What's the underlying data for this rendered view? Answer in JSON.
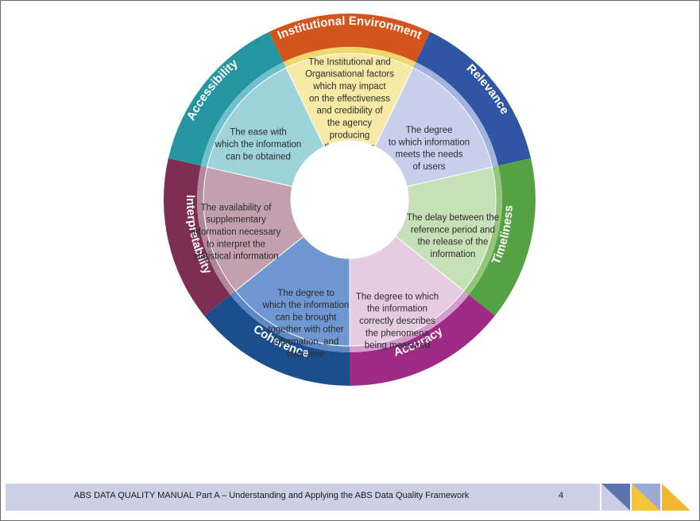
{
  "footer": {
    "text": "ABS DATA QUALITY MANUAL   Part A – Understanding and Applying the ABS Data Quality Framework",
    "page_number": "4"
  },
  "wheel": {
    "segments": [
      {
        "key": "institutional",
        "label": "Institutional Environment",
        "outer_color": "#d4541e",
        "inner_color": "#f7e9a6",
        "band_color": "#efd96a",
        "description": [
          "The Institutional and",
          "Organisational factors",
          "which may impact",
          "on the effectiveness",
          "and credibility of",
          "the agency",
          "producing",
          "the statistics"
        ]
      },
      {
        "key": "relevance",
        "label": "Relevance",
        "outer_color": "#2f55a4",
        "inner_color": "#c7cfec",
        "band_color": "#a3b2de",
        "description": [
          "The degree",
          "to which information",
          "meets the needs",
          "of users"
        ]
      },
      {
        "key": "timeliness",
        "label": "Timeliness",
        "outer_color": "#55a244",
        "inner_color": "#c6e0b7",
        "band_color": "#93c67d",
        "description": [
          "The delay between the",
          "reference period and",
          "the release of the",
          "information"
        ]
      },
      {
        "key": "accuracy",
        "label": "Accuracy",
        "outer_color": "#9e2a86",
        "inner_color": "#e7cbe3",
        "band_color": "#d49ecb",
        "description": [
          "The degree to which",
          "the information",
          "correctly describes",
          "the phenomena",
          "being measured"
        ]
      },
      {
        "key": "coherence",
        "label": "Coherence",
        "outer_color": "#1a4e8c",
        "inner_color": "#6f97d1",
        "band_color": "#5f88c4",
        "description": [
          "The degree to",
          "which the information",
          "can be brought",
          "together with other",
          "information, and",
          "over time"
        ]
      },
      {
        "key": "interpretability",
        "label": "Interpretability",
        "outer_color": "#7d2e52",
        "inner_color": "#c4a0ae",
        "band_color": "#b1879a",
        "description": [
          "The availability of",
          "supplementary",
          "information necessary",
          "to interpret the",
          "statistical information"
        ]
      },
      {
        "key": "accessibility",
        "label": "Accessibility",
        "outer_color": "#2596a0",
        "inner_color": "#9fd3da",
        "band_color": "#6fc0ca",
        "description": [
          "The ease with",
          "which the information",
          "can be obtained"
        ]
      }
    ]
  }
}
